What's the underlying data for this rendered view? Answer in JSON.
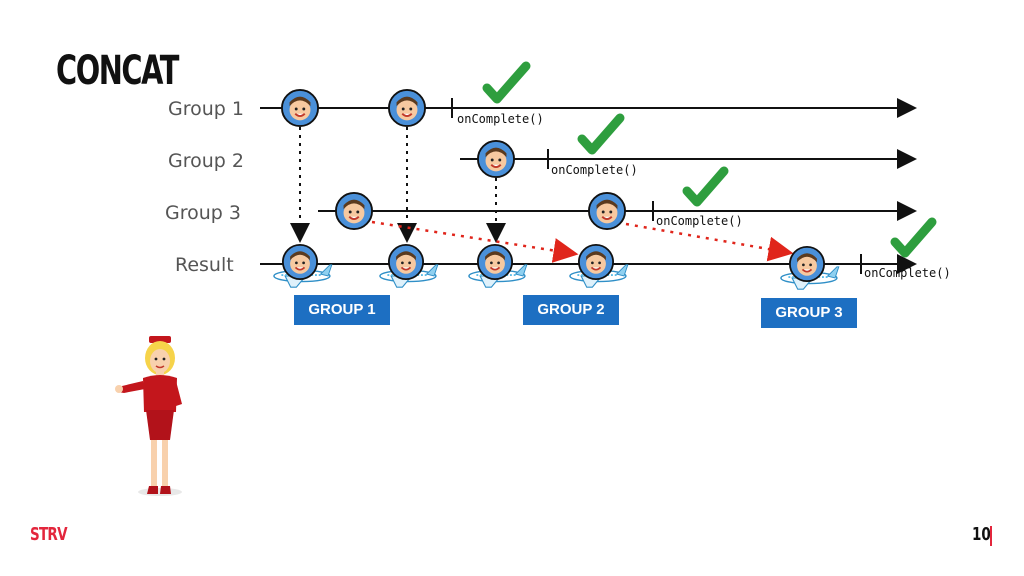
{
  "slide": {
    "title": "CONCAT",
    "logo": "STRV",
    "page_number": "10"
  },
  "rows": {
    "group1": "Group 1",
    "group2": "Group 2",
    "group3": "Group 3",
    "result": "Result"
  },
  "events": {
    "complete1": "onComplete()",
    "complete2": "onComplete()",
    "complete3": "onComplete()",
    "complete_result": "onComplete()"
  },
  "badges": {
    "group1": "GROUP 1",
    "group2": "GROUP 2",
    "group3": "GROUP 3"
  },
  "colors": {
    "accent_red": "#e3263c",
    "badge_blue": "#1d6fc2",
    "check_green": "#2e9e3e",
    "dotted_red": "#e0251b"
  },
  "icons": [
    "passenger-avatar-icon",
    "airplane-icon",
    "check-icon",
    "flight-attendant-icon"
  ]
}
